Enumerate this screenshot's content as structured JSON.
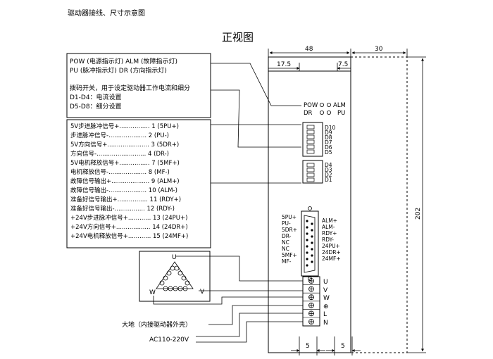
{
  "page_caption": "驱动器接线、尺寸示意图",
  "view_title": "正视图",
  "notes": {
    "line1": "POW (电源指示灯)   ALM (故障指示灯)",
    "line2": "PU  (脉冲指示灯)   DR (方向指示灯)",
    "line3": "拨码开关，用于设定驱动器工作电流和细分",
    "line4": "D1-D4：电流设置",
    "line5": "D5-D8：细分设置"
  },
  "signals": [
    "5V步进脉冲信号+................ 1 (5PU+)",
    "步进脉冲信号-.................... 2 (PU-)",
    "5V方向信号+...................... 3 (5DR+)",
    "方向信号-.......................... 4 (DR-)",
    "5V电机释放信号+................ 7 (5MF+)",
    "电机释放信号-.................... 8 (MF-)",
    "故障信号输出+.................... 9 (ALM+)",
    "故障信号输出-.................... 10 (ALM-)",
    "准备好信号输出+................ 11 (RDY+)",
    "准备好信号输出-................ 12 (RDY-)",
    "+24V步进脉冲信号+............ 13 (24PU+)",
    "+24V方向信号+.................. 14 (24DR+)",
    "+24V电机释放信号+............ 15 (24MF+)"
  ],
  "dims": {
    "width": "48",
    "side": "30",
    "left_inset": "17.5",
    "right_inset": "7.5",
    "height": "202",
    "foot_left": "5",
    "foot_right": "5"
  },
  "leds": {
    "pow": "POW",
    "alm": "ALM",
    "dr": "DR",
    "pu": "PU"
  },
  "dip_labels_top": [
    "D10",
    "D9",
    "D8",
    "D7",
    "D6",
    "D5"
  ],
  "dip_labels_bottom": [
    "D4",
    "D3",
    "D2",
    "D1"
  ],
  "connector_left": [
    "5PU+",
    "PU-",
    "5DR+",
    "DR-",
    "NC",
    "NC",
    "5MF+",
    "MF-"
  ],
  "connector_right": [
    "ALM+",
    "ALM-",
    "RDY+",
    "RDY-",
    "24PU+",
    "24DR+",
    "24MF+"
  ],
  "motor": {
    "u": "U",
    "v": "V",
    "w": "W"
  },
  "terminals": [
    "U",
    "V",
    "W",
    "⊕",
    "L",
    "N"
  ],
  "ground_label": "大地（内接驱动器外壳）",
  "power_label": "AC110-220V"
}
